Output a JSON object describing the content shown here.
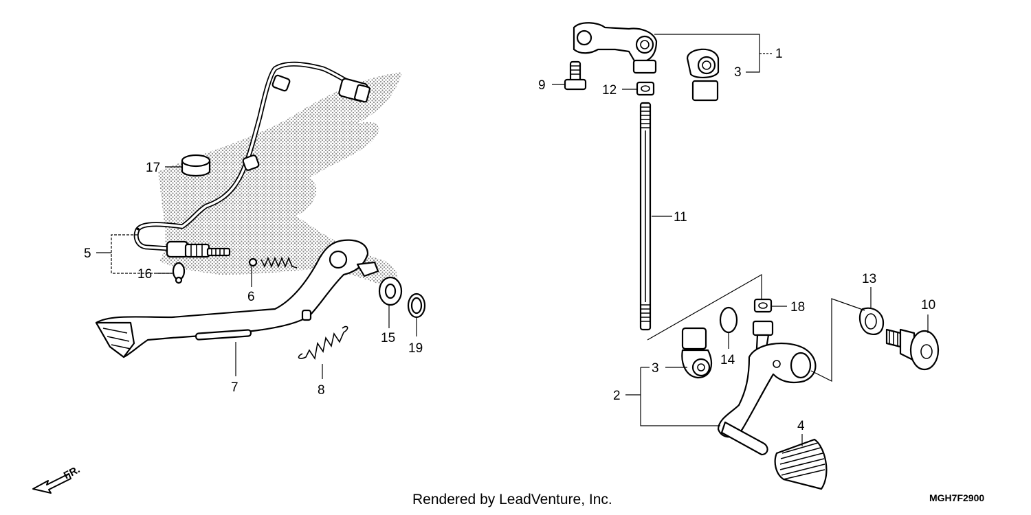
{
  "labels": {
    "l1": "1",
    "l2": "2",
    "l3a": "3",
    "l3b": "3",
    "l4": "4",
    "l5": "5",
    "l6": "6",
    "l7": "7",
    "l8": "8",
    "l9": "9",
    "l10": "10",
    "l11": "11",
    "l12": "12",
    "l13": "13",
    "l14": "14",
    "l15": "15",
    "l16": "16",
    "l17": "17",
    "l18": "18",
    "l19": "19"
  },
  "footer": {
    "credit": "Rendered by LeadVenture, Inc.",
    "diagram_code": "MGH7F2900"
  },
  "direction": {
    "text": "FR."
  },
  "colors": {
    "line": "#000000",
    "shade": "#b8b8b8",
    "background": "#ffffff"
  },
  "icons": {
    "direction_arrow": "front-arrow-icon"
  }
}
